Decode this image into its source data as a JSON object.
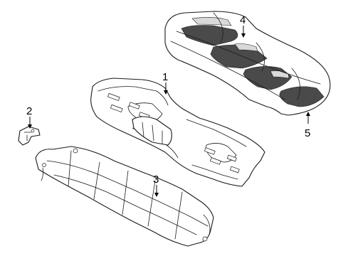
{
  "callouts": [
    {
      "id": "1",
      "label": "1"
    },
    {
      "id": "2",
      "label": "2"
    },
    {
      "id": "3",
      "label": "3"
    },
    {
      "id": "4",
      "label": "4"
    },
    {
      "id": "5",
      "label": "5"
    }
  ],
  "colors": {
    "line": "#1a1a1a",
    "dark_fill": "#4a4a4a",
    "light_fill": "#d9d9d9",
    "background": "#ffffff"
  }
}
